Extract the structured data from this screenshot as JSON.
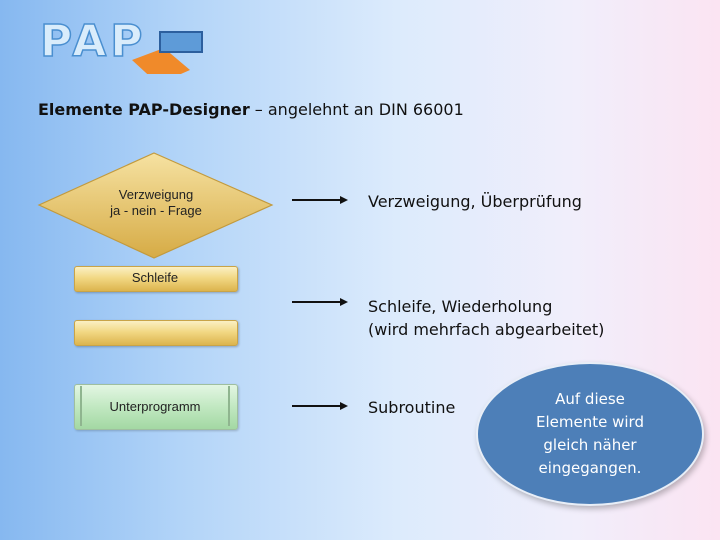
{
  "logo": {
    "text": "PAP"
  },
  "subtitle": {
    "bold": "Elemente PAP-Designer",
    "rest": " – angelehnt an DIN 66001"
  },
  "shapes": {
    "decision_line1": "Verzweigung",
    "decision_line2": "ja - nein - Frage",
    "loop_label": "Schleife",
    "subroutine_label": "Unterprogramm"
  },
  "descriptions": {
    "decision": "Verzweigung, Überprüfung",
    "loop_line1": "Schleife, Wiederholung",
    "loop_line2": "(wird mehrfach abgearbeitet)",
    "subroutine": "Subroutine"
  },
  "callout": {
    "text": "Auf diese Elemente wird gleich näher eingegangen."
  },
  "colors": {
    "logo_blue": "#4a8fd0",
    "logo_orange": "#f08a2a",
    "decision_fill": "#e8c367",
    "loop_fill": "#f2d884",
    "subroutine_fill": "#c1e8c1",
    "callout_fill": "#4d7fb8"
  }
}
